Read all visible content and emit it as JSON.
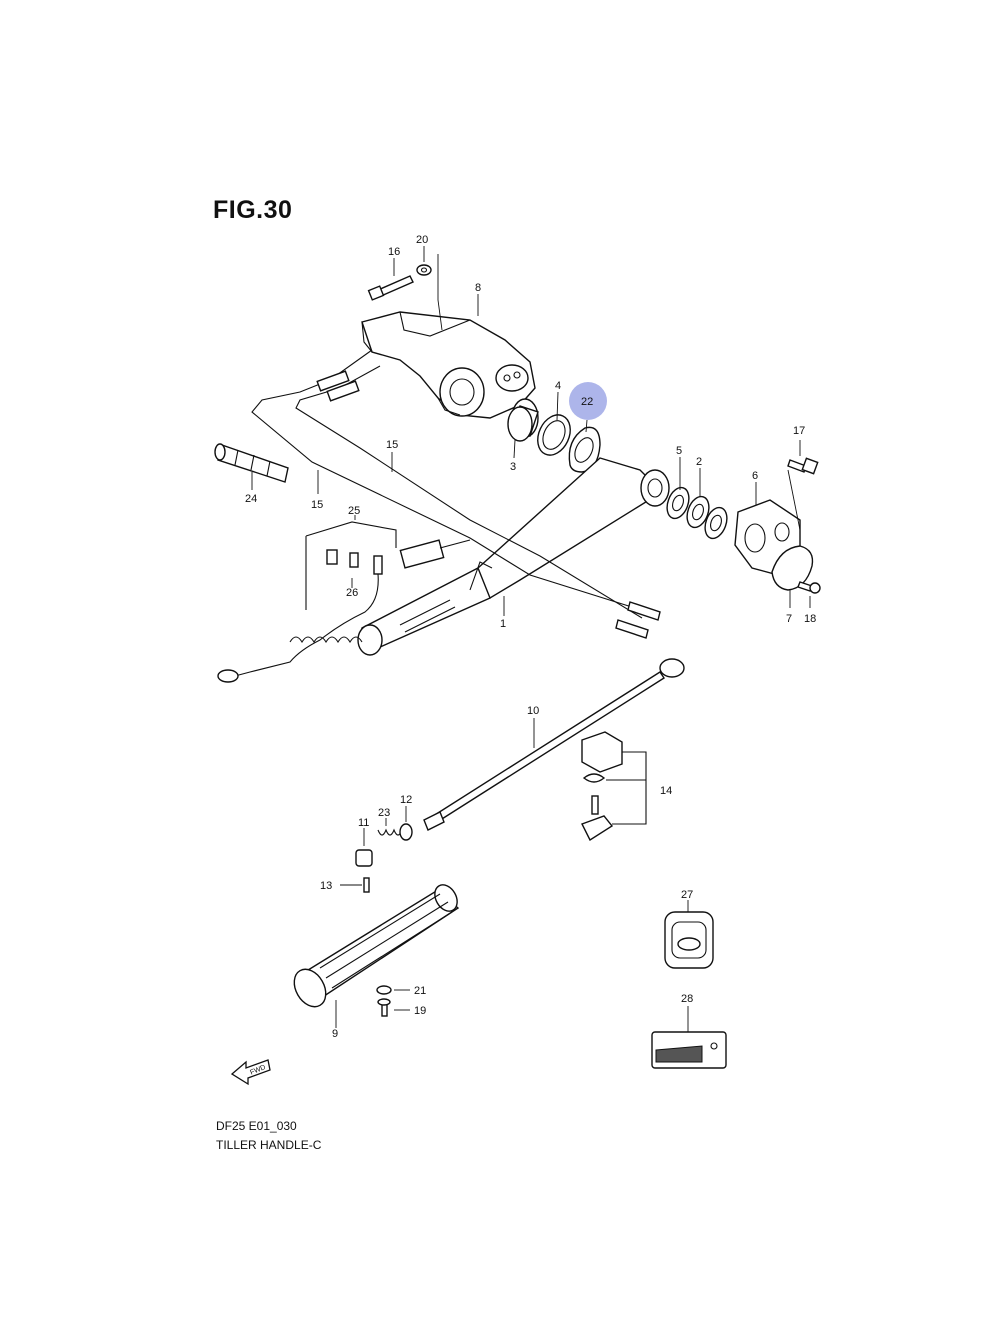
{
  "figure": {
    "title": "FIG.30",
    "code": "DF25 E01_030",
    "name": "TILLER HANDLE-C"
  },
  "highlight": {
    "color": "#9fa8e6",
    "part": "22"
  },
  "callouts": [
    {
      "id": "c1",
      "label": "1"
    },
    {
      "id": "c2",
      "label": "2"
    },
    {
      "id": "c3",
      "label": "3"
    },
    {
      "id": "c4",
      "label": "4"
    },
    {
      "id": "c5",
      "label": "5"
    },
    {
      "id": "c6",
      "label": "6"
    },
    {
      "id": "c7",
      "label": "7"
    },
    {
      "id": "c8",
      "label": "8"
    },
    {
      "id": "c9",
      "label": "9"
    },
    {
      "id": "c10",
      "label": "10"
    },
    {
      "id": "c11",
      "label": "11"
    },
    {
      "id": "c12",
      "label": "12"
    },
    {
      "id": "c13",
      "label": "13"
    },
    {
      "id": "c14",
      "label": "14"
    },
    {
      "id": "c15a",
      "label": "15"
    },
    {
      "id": "c15b",
      "label": "15"
    },
    {
      "id": "c16",
      "label": "16"
    },
    {
      "id": "c17",
      "label": "17"
    },
    {
      "id": "c18",
      "label": "18"
    },
    {
      "id": "c19",
      "label": "19"
    },
    {
      "id": "c20",
      "label": "20"
    },
    {
      "id": "c21",
      "label": "21"
    },
    {
      "id": "c22",
      "label": "22"
    },
    {
      "id": "c23",
      "label": "23"
    },
    {
      "id": "c24",
      "label": "24"
    },
    {
      "id": "c25",
      "label": "25"
    },
    {
      "id": "c26",
      "label": "26"
    },
    {
      "id": "c27",
      "label": "27"
    },
    {
      "id": "c28",
      "label": "28"
    }
  ],
  "direction_arrow": {
    "label": "FWD"
  },
  "icons": [
    "fwd-arrow-icon",
    "stop-switch-icon",
    "throttle-label-icon"
  ]
}
